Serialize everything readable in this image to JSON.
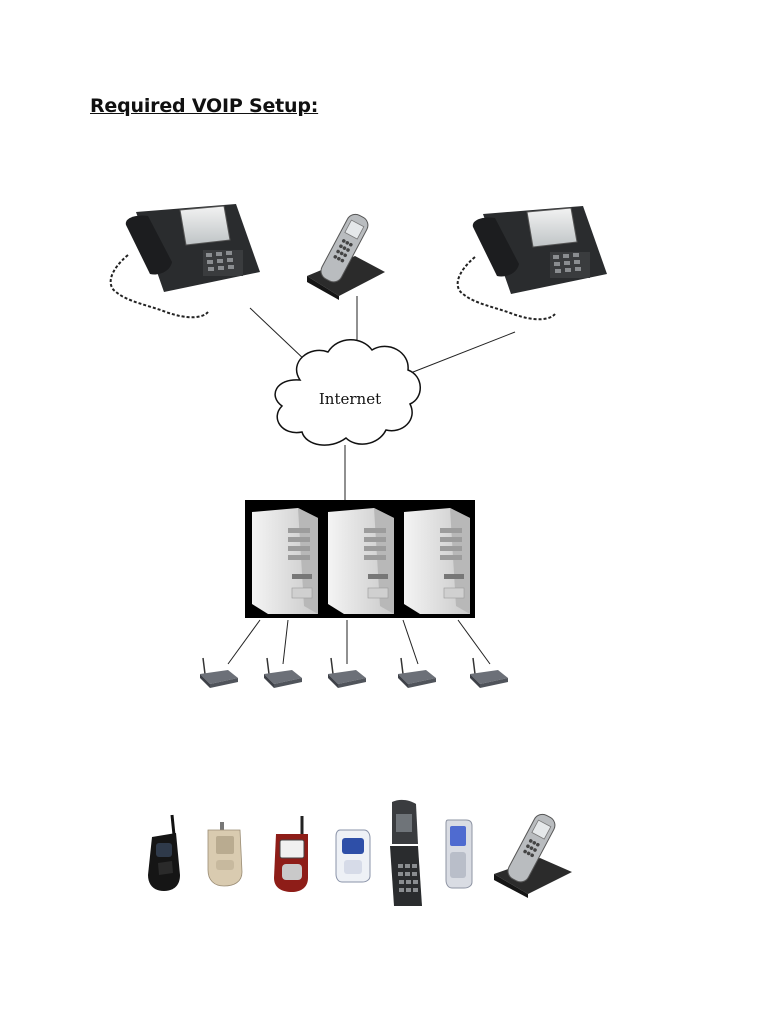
{
  "page": {
    "heading": "Required VOIP Setup:"
  },
  "network": {
    "cloud_label": "Internet"
  },
  "devices": {
    "desk_phones": [
      "desk-phone",
      "cordless-phone",
      "desk-phone"
    ],
    "servers": [
      "server",
      "server",
      "server"
    ],
    "access_points": 5,
    "mobile_phones": [
      "flip-phone-black",
      "flip-phone-gold",
      "flip-phone-red",
      "phone-white-blue",
      "flip-phone-gray",
      "flip-phone-silver",
      "cordless-phone"
    ]
  },
  "colors": {
    "server_backdrop": "#000000",
    "server_body": "#e4e4e4",
    "line": "#222222"
  }
}
